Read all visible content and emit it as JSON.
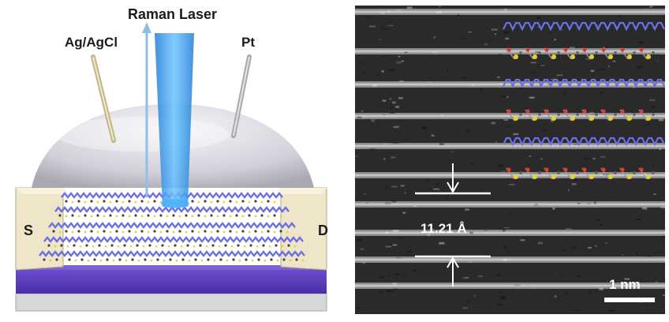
{
  "left_panel": {
    "laser_label": "Raman Laser",
    "reference_electrode_label": "Ag/AgCl",
    "counter_electrode_label": "Pt",
    "source_label": "S",
    "drain_label": "D"
  },
  "right_panel": {
    "interlayer_distance_label": "11.21 Å",
    "scale_bar_label": "1 nm"
  },
  "colors": {
    "substrate": "#5b3fb8",
    "electrode": "#efe5c8",
    "laser": "#3ea0ee",
    "polymer_chain": "#6b6ee6",
    "sulfur_atom": "#e6d42a",
    "oxygen_atom": "#e23a2a"
  }
}
